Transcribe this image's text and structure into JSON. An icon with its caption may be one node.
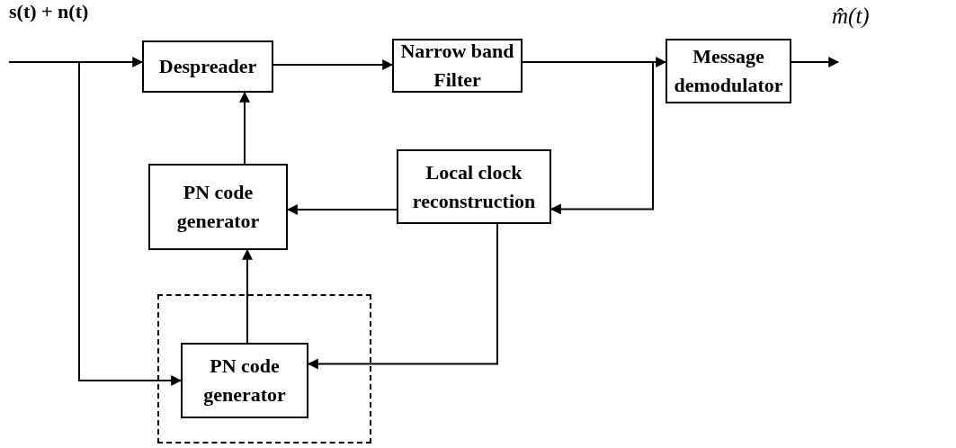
{
  "diagram": {
    "nodes": [
      {
        "text": [
          "Despreader"
        ]
      },
      {
        "text": [
          "Narrow band Filter"
        ]
      },
      {
        "text": [
          "Message demodulator"
        ]
      },
      {
        "text": [
          "PN code generator"
        ]
      },
      {
        "text": [
          "Local clock reconstruction"
        ]
      },
      {
        "text": [],
        "shape": "box"
      },
      {
        "text": [
          "PN code generator"
        ],
        "in": 5
      }
    ],
    "edges": [
      {
        "from": null,
        "to": 0,
        "arrow": "to"
      },
      {
        "from": null,
        "to": 6,
        "arrow": "to"
      },
      {
        "from": 0,
        "to": 1,
        "arrow": "to"
      },
      {
        "from": 1,
        "to": 2,
        "arrow": "to"
      },
      {
        "from": 2,
        "to": null,
        "arrow": "to"
      },
      {
        "from": 1,
        "to": 4,
        "arrow": "to"
      },
      {
        "from": 4,
        "to": 3,
        "arrow": "to"
      },
      {
        "from": 3,
        "to": 0,
        "arrow": "to"
      },
      {
        "from": 6,
        "to": 3,
        "arrow": "to"
      },
      {
        "from": 4,
        "to": 6,
        "arrow": "to"
      }
    ],
    "labels": [
      "s(t) + n(t)",
      "m̂(t)"
    ]
  }
}
